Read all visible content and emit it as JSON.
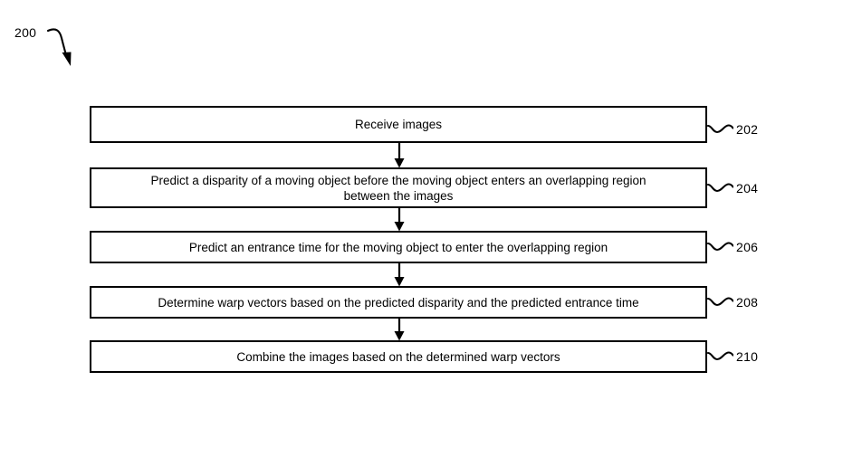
{
  "figure": {
    "identifier": "200",
    "leader_arrow_icon": "curved-leader-arrow-icon"
  },
  "colors": {
    "stroke": "#000000",
    "fill": "#ffffff",
    "text": "#000000"
  },
  "flowchart": {
    "steps": [
      {
        "ref": "202",
        "text": "Receive images"
      },
      {
        "ref": "204",
        "text": "Predict a disparity of a moving object before the moving object enters an overlapping region\nbetween the images"
      },
      {
        "ref": "206",
        "text": "Predict an entrance time for the moving object to enter the overlapping region"
      },
      {
        "ref": "208",
        "text": "Determine warp vectors based on the predicted disparity and the predicted entrance time"
      },
      {
        "ref": "210",
        "text": "Combine the images based on the determined warp vectors"
      }
    ],
    "connectors": [
      {
        "from": "202",
        "to": "204",
        "icon": "down-arrow-icon"
      },
      {
        "from": "204",
        "to": "206",
        "icon": "down-arrow-icon"
      },
      {
        "from": "206",
        "to": "208",
        "icon": "down-arrow-icon"
      },
      {
        "from": "208",
        "to": "210",
        "icon": "down-arrow-icon"
      }
    ]
  }
}
